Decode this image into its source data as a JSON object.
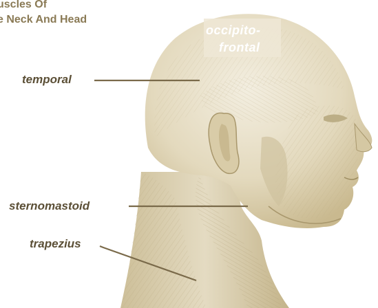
{
  "title": {
    "line1": "uscles Of",
    "line2": "e Neck And Head"
  },
  "labels": {
    "temporal": "temporal",
    "occipitofrontal_line1": "occipito-",
    "occipitofrontal_line2": "frontal",
    "sternomastoid": "sternomastoid",
    "trapezius": "trapezius"
  },
  "colors": {
    "title": "#8a7a55",
    "label_text": "#5b4f36",
    "leader_line": "#7a6a4a",
    "skin_light": "#ede6d2",
    "skin_mid": "#d8ccaa",
    "skin_dark": "#a8976c"
  }
}
